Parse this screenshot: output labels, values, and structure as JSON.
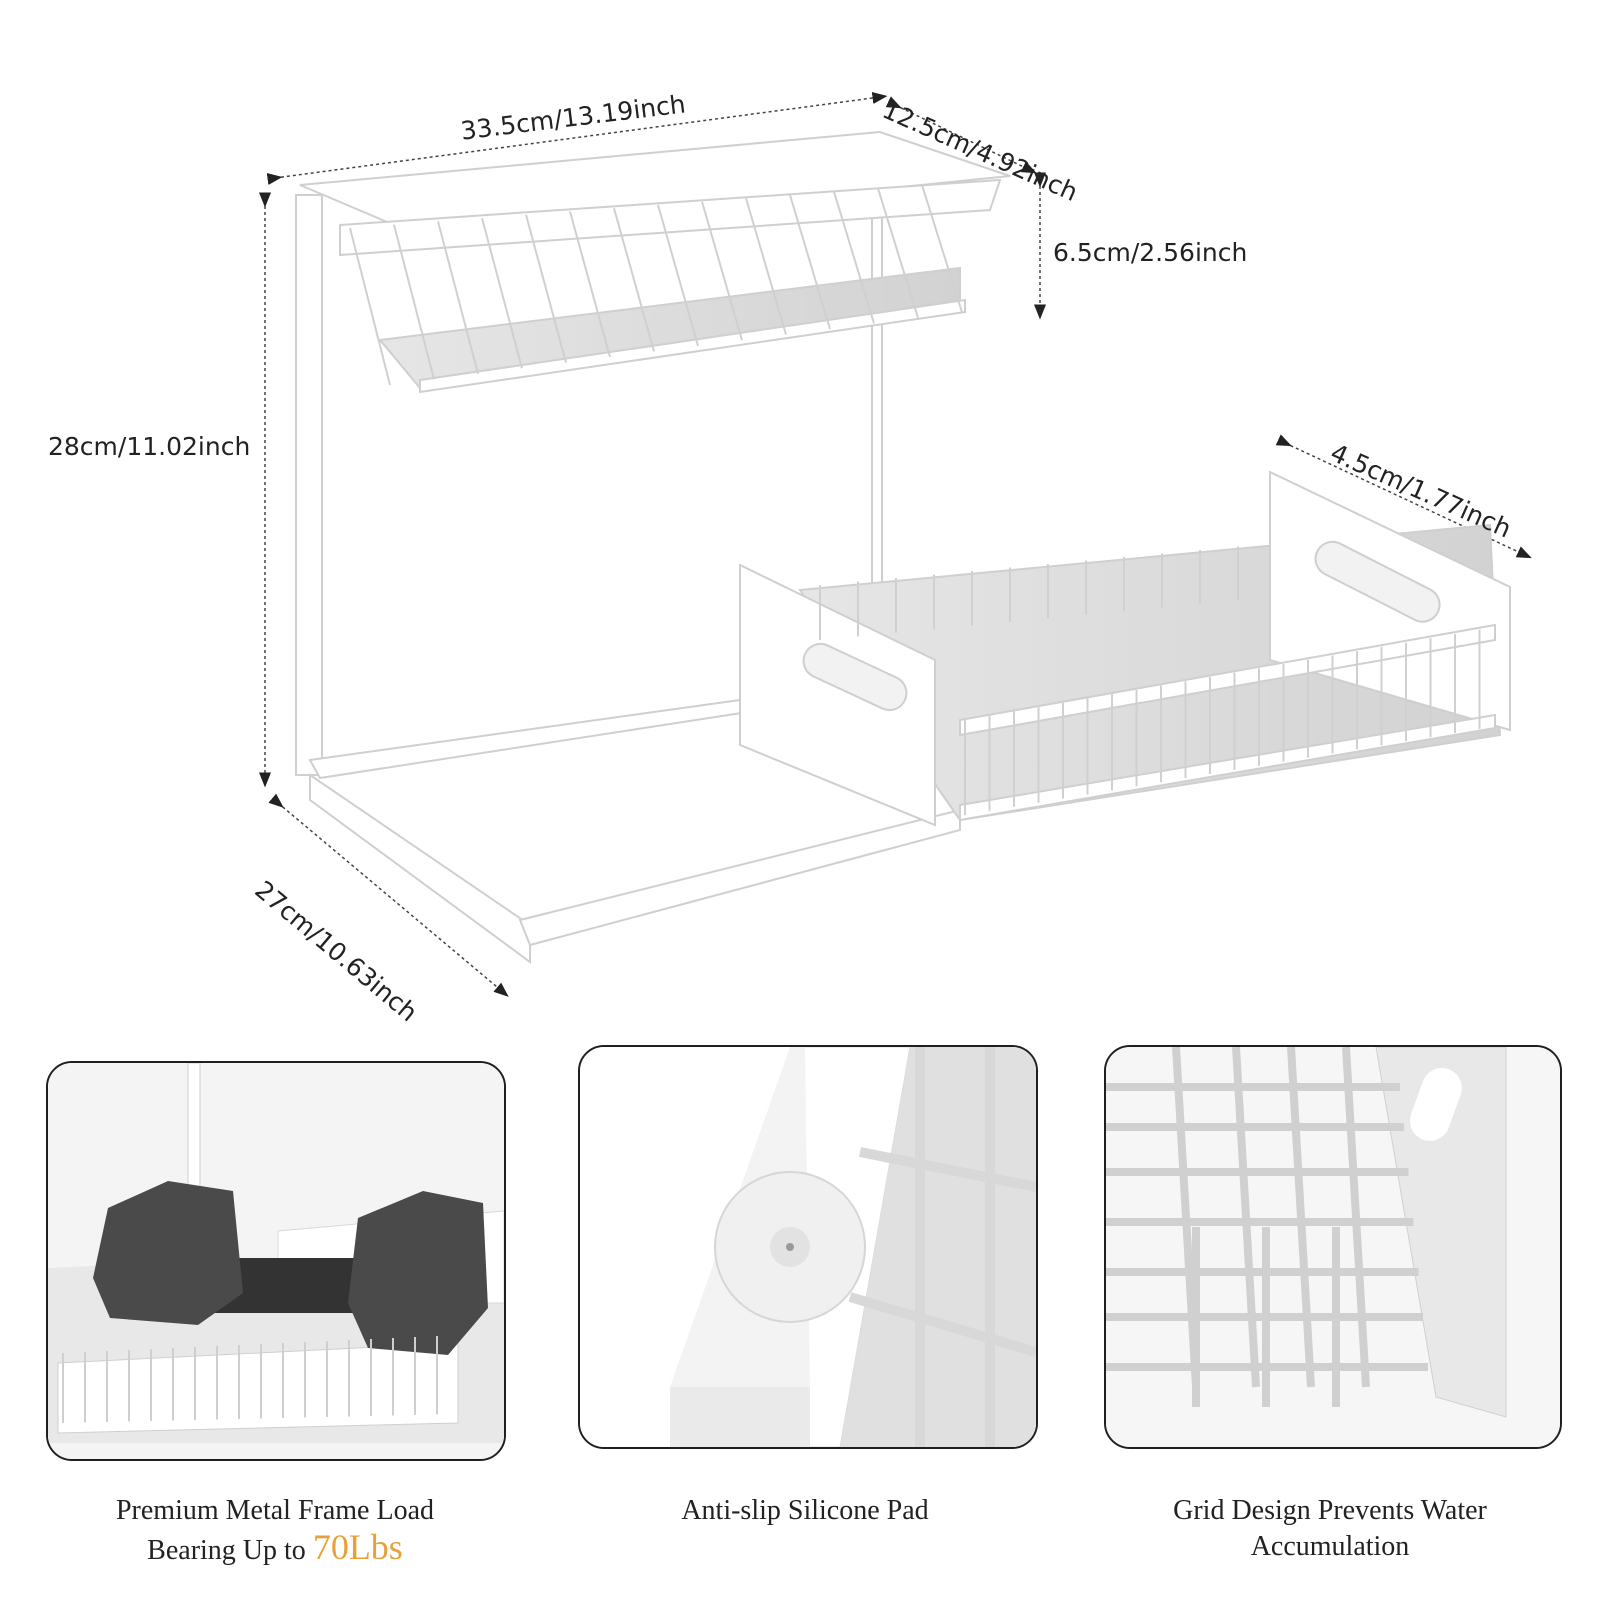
{
  "dimensions": {
    "width_top": "33.5cm/13.19inch",
    "depth_top": "12.5cm/4.92inch",
    "basket_height": "6.5cm/2.56inch",
    "total_height": "28cm/11.02inch",
    "bottom_side": "4.5cm/1.77inch",
    "base_depth": "27cm/10.63inch"
  },
  "features": [
    {
      "line1": "Premium Metal Frame Load",
      "line2_prefix": "Bearing Up to",
      "line2_highlight": "70Lbs"
    },
    {
      "line1": "Anti-slip Silicone Pad"
    },
    {
      "line1": "Grid Design Prevents Water",
      "line2": "Accumulation"
    }
  ],
  "colors": {
    "accent": "#e8a13a",
    "frame": "#ffffff",
    "outline": "#cfcfcf",
    "dumbbell": "#4a4a4a"
  }
}
